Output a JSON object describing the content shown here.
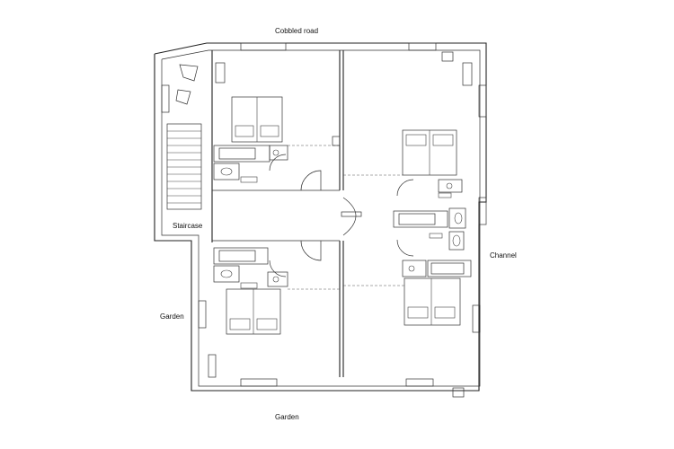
{
  "labels": {
    "top": "Cobbled road",
    "staircase": "Staircase",
    "channel": "Channel",
    "garden_left": "Garden",
    "garden_bottom": "Garden"
  },
  "colors": {
    "line": "#222222",
    "background": "#ffffff"
  }
}
